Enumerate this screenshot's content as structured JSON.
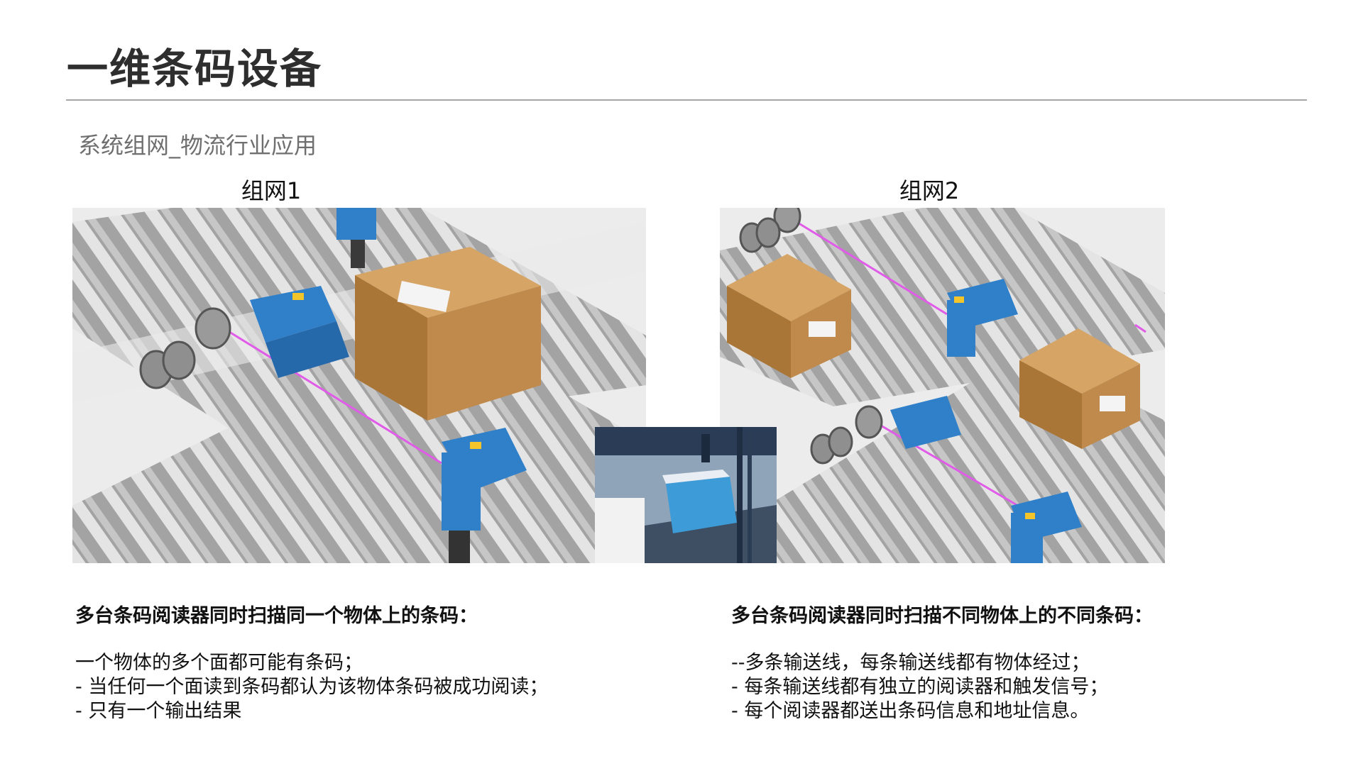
{
  "header": {
    "title": "一维条码设备",
    "subtitle": "系统组网_物流行业应用"
  },
  "panels": [
    {
      "title": "组网1",
      "heading": "多台条码阅读器同时扫描同一个物体上的条码：",
      "items": [
        "一个物体的多个面都可能有条码；",
        "- 当任何一个面读到条码都认为该物体条码被成功阅读；",
        "- 只有一个输出结果"
      ]
    },
    {
      "title": "组网2",
      "heading": "多台条码阅读器同时扫描不同物体上的不同条码：",
      "items": [
        "--多条输送线，每条输送线都有物体经过；",
        "- 每条输送线都有独立的阅读器和触发信号；",
        "- 每个阅读器都送出条码信息和地址信息。"
      ]
    }
  ],
  "colors": {
    "scanner_blue": "#2f7fc9",
    "cardboard": "#b8864a",
    "laser": "#e05ce8"
  }
}
